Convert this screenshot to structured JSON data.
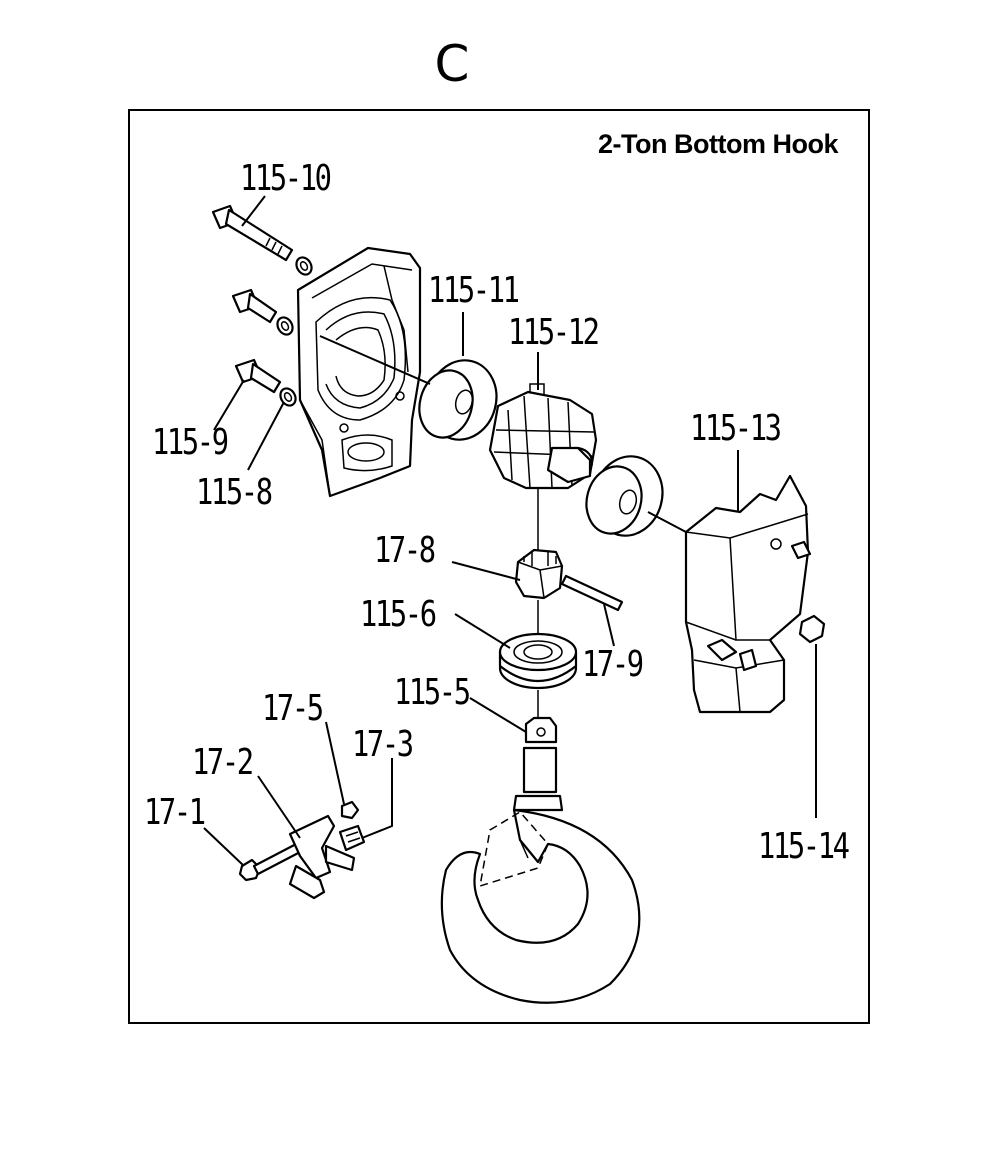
{
  "section_letter": "C",
  "title": "2-Ton Bottom Hook",
  "part_labels": {
    "p115_10": "115-10",
    "p115_11": "115-11",
    "p115_12": "115-12",
    "p115_13": "115-13",
    "p115_9": "115-9",
    "p115_8": "115-8",
    "p17_8": "17-8",
    "p115_6": "115-6",
    "p17_9": "17-9",
    "p115_5": "115-5",
    "p17_5": "17-5",
    "p17_3": "17-3",
    "p17_2": "17-2",
    "p17_1": "17-1",
    "p115_14": "115-14"
  }
}
